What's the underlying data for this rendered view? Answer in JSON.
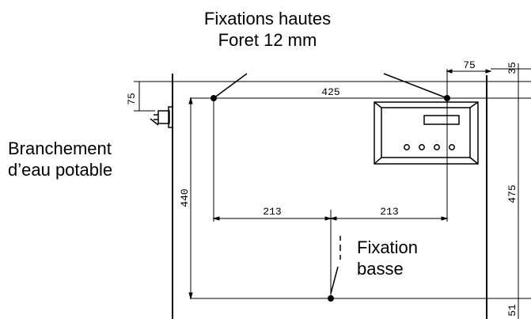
{
  "callouts": {
    "top_fixings": {
      "line1": "Fixations hautes",
      "line2": "Foret 12 mm"
    },
    "water_connection": {
      "line1": "Branchement",
      "line2": "d’eau potable"
    },
    "bottom_fixing": {
      "line1": "Fixation",
      "line2": "basse"
    }
  },
  "dimensions": {
    "top_span": "425",
    "offset_right": "75",
    "top_margin": "35",
    "left_vertical": "75",
    "height_440": "440",
    "height_475": "475",
    "half_left": "213",
    "half_right": "213",
    "bottom_partial": "51"
  },
  "colors": {
    "line": "#000000",
    "background": "#ffffff"
  }
}
